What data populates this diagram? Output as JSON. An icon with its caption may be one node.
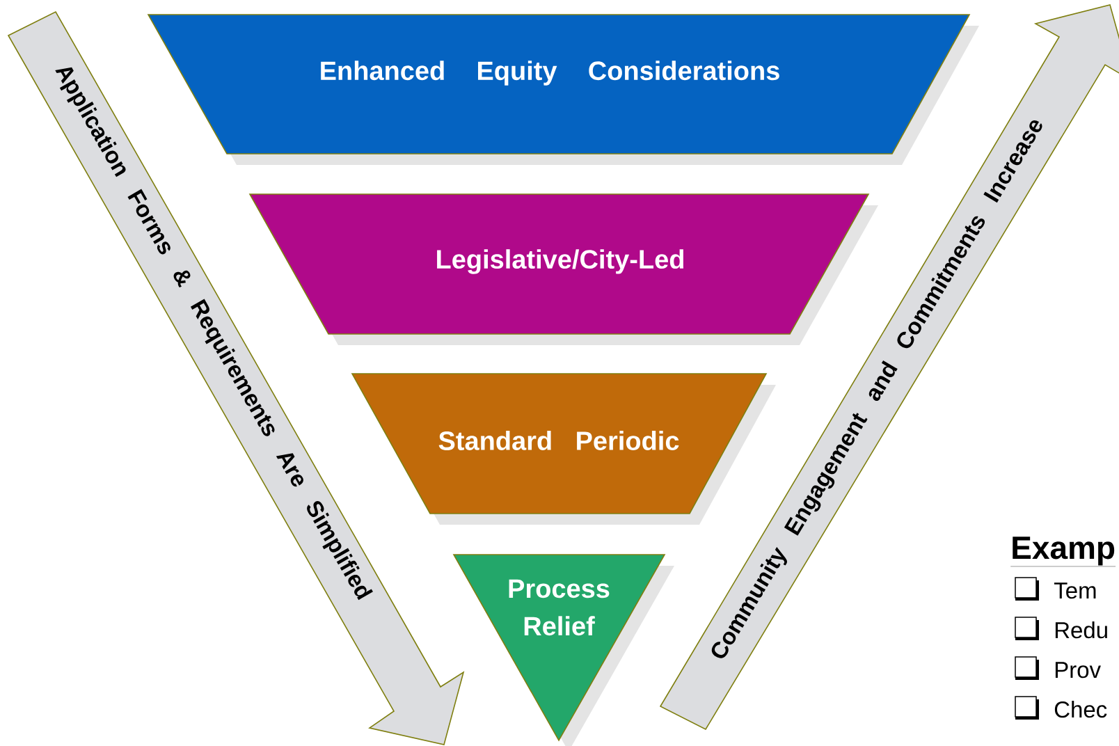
{
  "diagram": {
    "nodes": [
      {
        "text": [
          "Enhanced Equity Considerations"
        ]
      },
      {
        "text": [
          "Legislative/City-Led"
        ]
      },
      {
        "text": [
          "Standard Periodic"
        ]
      },
      {
        "text": [
          "Process Relief"
        ]
      },
      {
        "text": [
          "Application Forms & Requirements Are Simplified"
        ]
      },
      {
        "text": [
          "Community Engagement and Commitments Increase"
        ]
      }
    ],
    "labels": [
      "Examp",
      "Tem",
      "Redu",
      "Prov",
      "Chec"
    ]
  }
}
